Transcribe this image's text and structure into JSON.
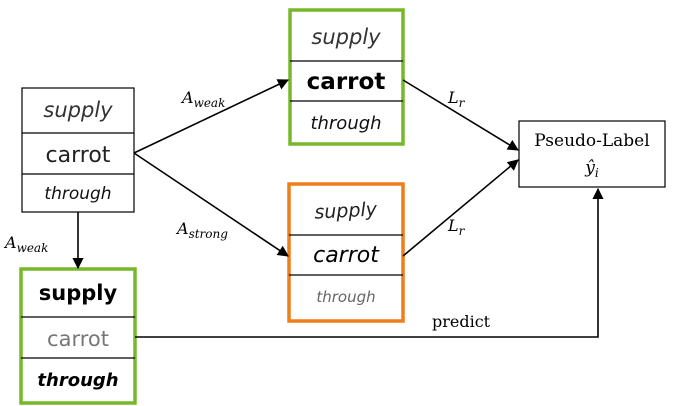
{
  "colors": {
    "weak_border": "#76b82a",
    "strong_border": "#ef7d1a",
    "black": "#000000"
  },
  "words": {
    "original": [
      "supply",
      "carrot",
      "through"
    ],
    "weak_top": [
      "supply",
      "carrot",
      "through"
    ],
    "strong": [
      "supply",
      "carrot",
      "through"
    ],
    "weak_bottom": [
      "supply",
      "carrot",
      "through"
    ]
  },
  "labels": {
    "a_weak_top": "weak",
    "a_weak_left": "weak",
    "a_strong": "strong",
    "a_symbol": "A",
    "loss_top": "r",
    "loss_bottom": "r",
    "loss_symbol": "L",
    "predict": "predict"
  },
  "pseudo_label": {
    "title": "Pseudo-Label",
    "symbol": "ŷ",
    "subscript": "i"
  }
}
